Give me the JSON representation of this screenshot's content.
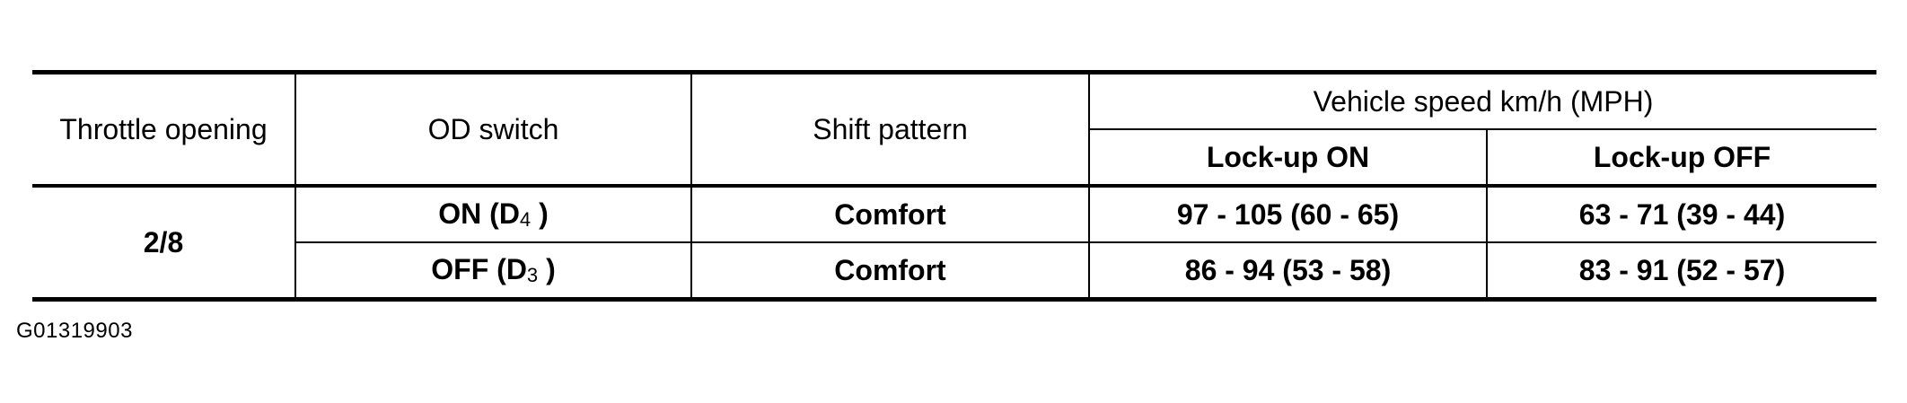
{
  "table": {
    "headers": {
      "throttle_opening": "Throttle opening",
      "od_switch": "OD switch",
      "shift_pattern": "Shift pattern",
      "vehicle_speed": "Vehicle speed km/h (MPH)",
      "lockup_on": "Lock-up ON",
      "lockup_off": "Lock-up OFF"
    },
    "throttle_value": "2/8",
    "rows": [
      {
        "od_label": "ON (D",
        "od_sub": "4",
        "od_close": " )",
        "shift_pattern": "Comfort",
        "lockup_on": "97 - 105 (60 - 65)",
        "lockup_off": "63 - 71 (39 - 44)"
      },
      {
        "od_label": "OFF (D",
        "od_sub": "3",
        "od_close": " )",
        "shift_pattern": "Comfort",
        "lockup_on": "86 - 94 (53 - 58)",
        "lockup_off": "83 - 91 (52 - 57)"
      }
    ]
  },
  "figure_id": "G01319903"
}
